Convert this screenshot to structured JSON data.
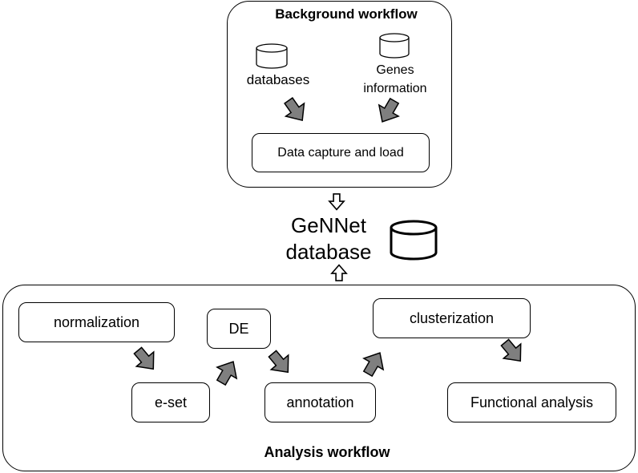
{
  "background_workflow": {
    "title": "Background workflow",
    "sources": [
      {
        "label": "databases",
        "icon": "database-icon"
      },
      {
        "label": "Genes\ninformation",
        "icon": "database-icon"
      }
    ],
    "step": "Data capture and load"
  },
  "central_db": {
    "label": "GeNNet\ndatabase",
    "icon": "database-icon"
  },
  "analysis_workflow": {
    "title": "Analysis workflow",
    "steps": {
      "normalization": "normalization",
      "eset": "e-set",
      "de": "DE",
      "annotation": "annotation",
      "clusterization": "clusterization",
      "functional": "Functional analysis"
    }
  },
  "colors": {
    "arrow_fill": "#7f7f7f",
    "stroke": "#000000",
    "open_arrow_fill": "#ffffff"
  }
}
